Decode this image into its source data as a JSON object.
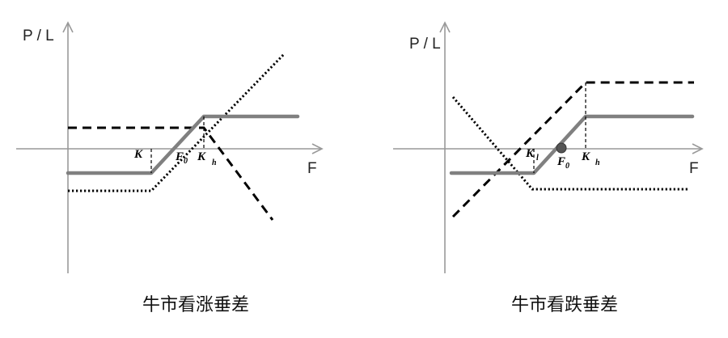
{
  "panels": [
    {
      "y_axis_label": "P / L",
      "x_axis_label": "F",
      "strike_low_main": "K",
      "strike_low_sub": "",
      "forward_main": "F",
      "forward_sub": "0",
      "strike_high_main": "K",
      "strike_high_sub": "h",
      "caption": "牛市看涨垂差"
    },
    {
      "y_axis_label": "P / L",
      "x_axis_label": "F",
      "strike_low_main": "K",
      "strike_low_sub": "l",
      "forward_main": "F",
      "forward_sub": "0",
      "strike_high_main": "K",
      "strike_high_sub": "h",
      "caption": "牛市看跌垂差"
    }
  ],
  "colors": {
    "axis": "#999999",
    "payoff_solid": "#808080",
    "option_legs": "#000000",
    "marker": "#555555"
  }
}
